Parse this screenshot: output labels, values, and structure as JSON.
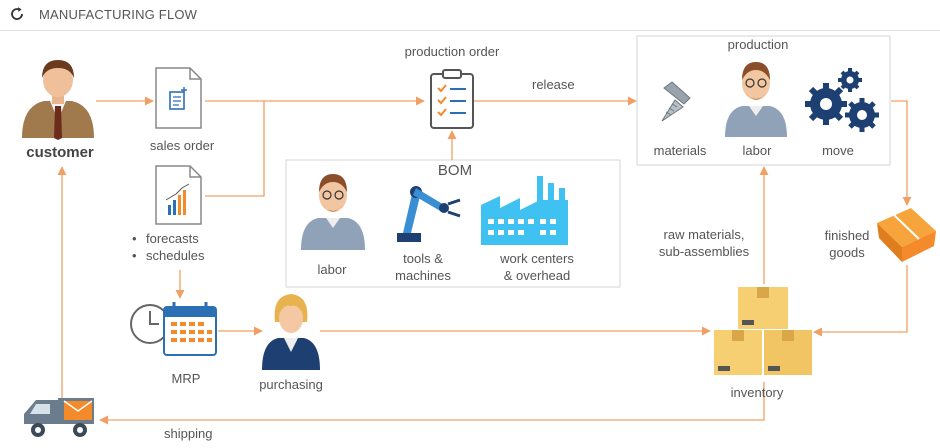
{
  "header": {
    "title": "MANUFACTURING FLOW",
    "refresh_icon": "refresh-icon"
  },
  "nodes": {
    "customer": "customer",
    "sales_order": "sales order",
    "forecasts": "forecasts",
    "schedules": "schedules",
    "production_order": "production order",
    "release": "release",
    "production": "production",
    "materials": "materials",
    "labor_production": "labor",
    "move": "move",
    "bom": "BOM",
    "labor_bom": "labor",
    "tools_line1": "tools &",
    "tools_line2": "machines",
    "work_centers_line1": "work centers",
    "work_centers_line2": "& overhead",
    "raw_materials_line1": "raw materials,",
    "raw_materials_line2": "sub-assemblies",
    "finished_line1": "finished",
    "finished_line2": "goods",
    "mrp": "MRP",
    "purchasing": "purchasing",
    "inventory": "inventory",
    "shipping": "shipping"
  },
  "colors": {
    "flow_arrow": "#f0a064",
    "box_border": "#d6d6d6",
    "accent_orange": "#f58a2a",
    "icon_navy": "#1f3f6e",
    "icon_blue": "#3a8fd4",
    "factory_cyan": "#3fc2f2",
    "box_yellow": "#f6cf72"
  }
}
